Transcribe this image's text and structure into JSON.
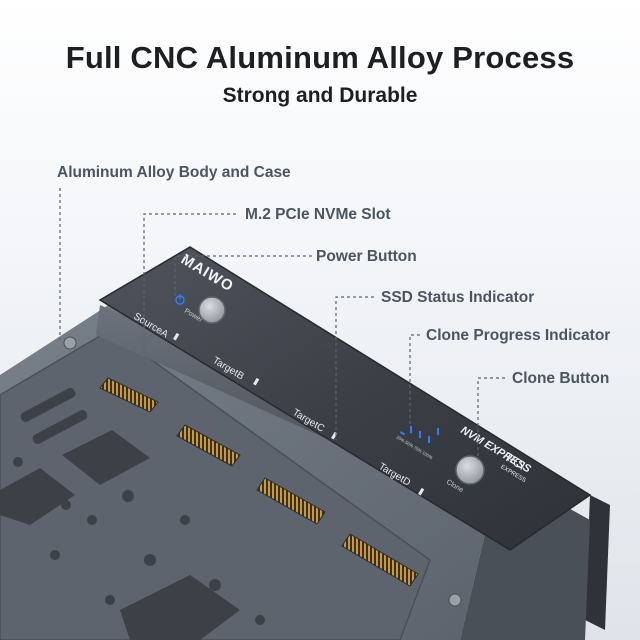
{
  "header": {
    "title": "Full CNC Aluminum Alloy Process",
    "subtitle": "Strong and Durable"
  },
  "callouts": {
    "body_case": "Aluminum Alloy Body and Case",
    "nvme_slot": "M.2 PCIe NVMe Slot",
    "power_button": "Power Button",
    "ssd_status": "SSD Status Indicator",
    "clone_progress": "Clone Progress Indicator",
    "clone_button": "Clone Button"
  },
  "device": {
    "brand": "MAIWO",
    "power_label": "Power",
    "clone_label": "Clone",
    "slot_labels": [
      "SourceA",
      "TargetB",
      "TargetC",
      "TargetD"
    ],
    "progress_labels": [
      "25%",
      "50%",
      "75%",
      "100%"
    ],
    "nvme_logo": "NVM EXPRESS",
    "pci_logo": "PCI",
    "pci_sub": "EXPRESS"
  },
  "colors": {
    "callout_text": "#4a5560",
    "leader_line": "#5a6570",
    "indicator_blue": "#2f7bff",
    "case_dark": "#3a3f46"
  }
}
